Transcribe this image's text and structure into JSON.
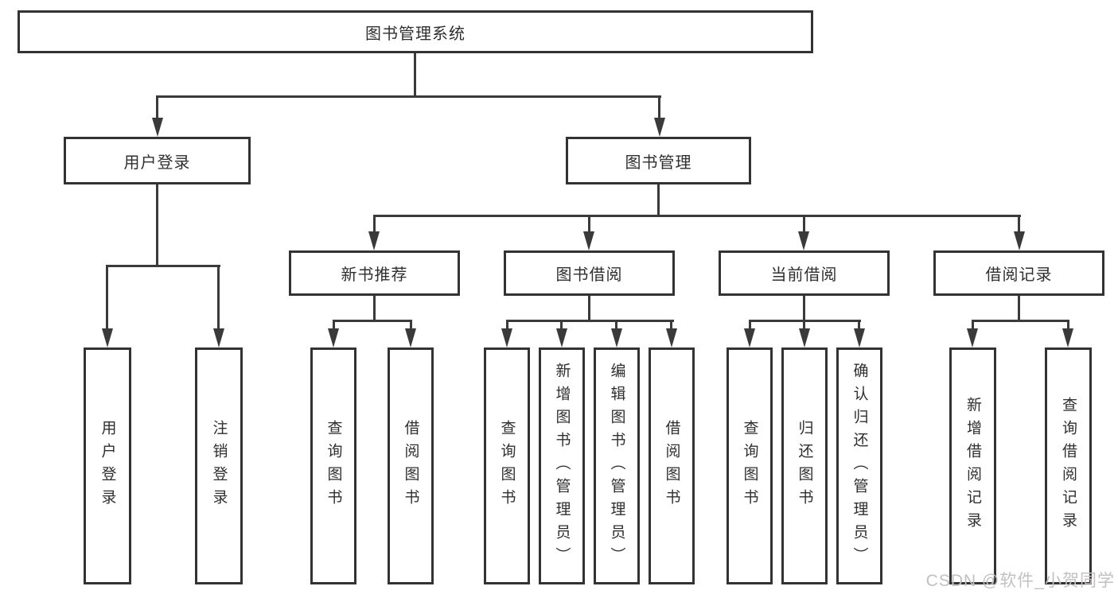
{
  "colors": {
    "box_border": "#333333",
    "connector_line": "#3a3a3a",
    "text": "#2f2f2f",
    "watermark_text": "#c2c0c0",
    "background": "#ffffff"
  },
  "watermark": {
    "text": "CSDN @软件_小贺同学"
  },
  "diagram": {
    "type": "tree",
    "root": {
      "label": "图书管理系统"
    },
    "branches": [
      {
        "label": "用户登录",
        "children": [
          {
            "label": "用户登录"
          },
          {
            "label": "注销登录"
          }
        ]
      },
      {
        "label": "图书管理",
        "children": [
          {
            "label": "新书推荐",
            "children": [
              {
                "label": "查询图书"
              },
              {
                "label": "借阅图书"
              }
            ]
          },
          {
            "label": "图书借阅",
            "children": [
              {
                "label": "查询图书"
              },
              {
                "label": "新增图书（管理员）"
              },
              {
                "label": "编辑图书（管理员）"
              },
              {
                "label": "借阅图书"
              }
            ]
          },
          {
            "label": "当前借阅",
            "children": [
              {
                "label": "查询图书"
              },
              {
                "label": "归还图书"
              },
              {
                "label": "确认归还（管理员）"
              }
            ]
          },
          {
            "label": "借阅记录",
            "children": [
              {
                "label": "新增借阅记录"
              },
              {
                "label": "查询借阅记录"
              }
            ]
          }
        ]
      }
    ]
  }
}
